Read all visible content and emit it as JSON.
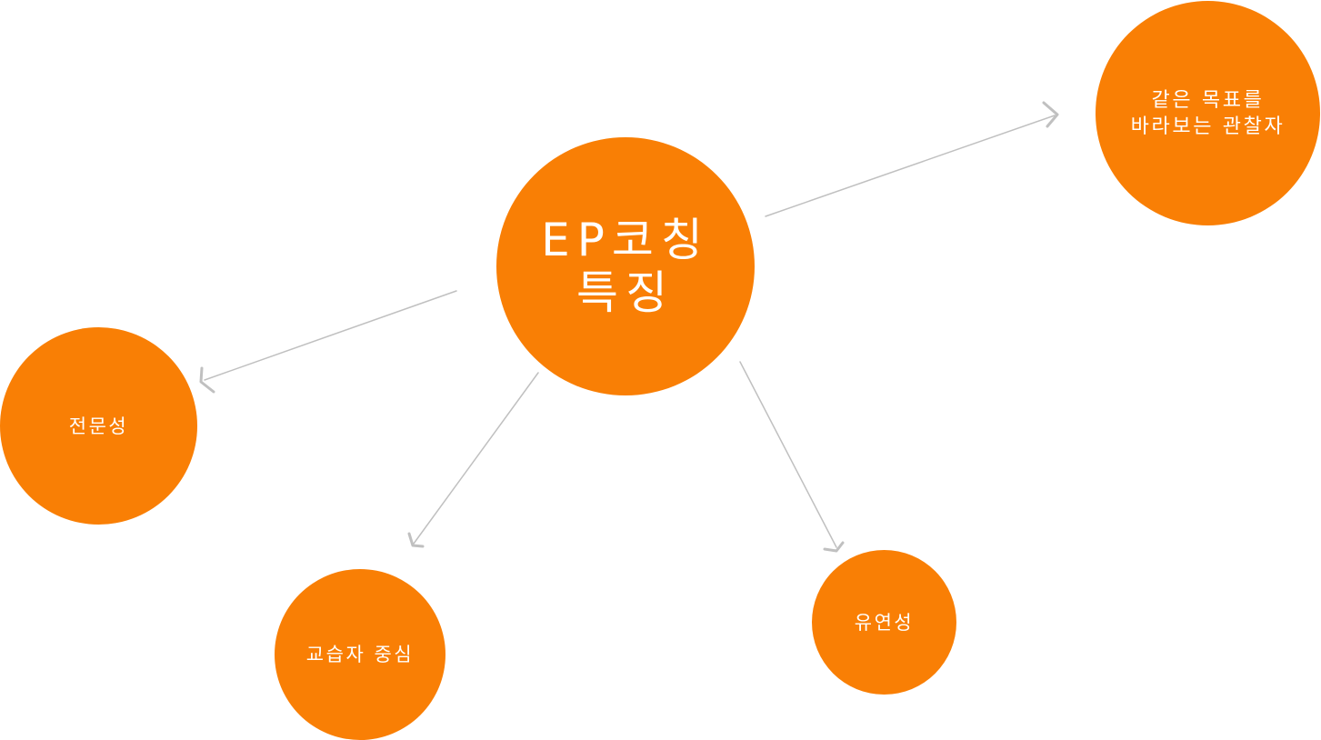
{
  "diagram": {
    "node_color": "#f97f05",
    "text_color": "#ffffff",
    "arrow_color": "#c0c0c0",
    "center": {
      "label": "EP코칭\n특징"
    },
    "nodes": {
      "goal_observer": {
        "label": "같은 목표를\n바라보는 관찰자"
      },
      "expertise": {
        "label": "전문성"
      },
      "learner_centered": {
        "label": "교습자 중심"
      },
      "flexibility": {
        "label": "유연성"
      }
    }
  }
}
